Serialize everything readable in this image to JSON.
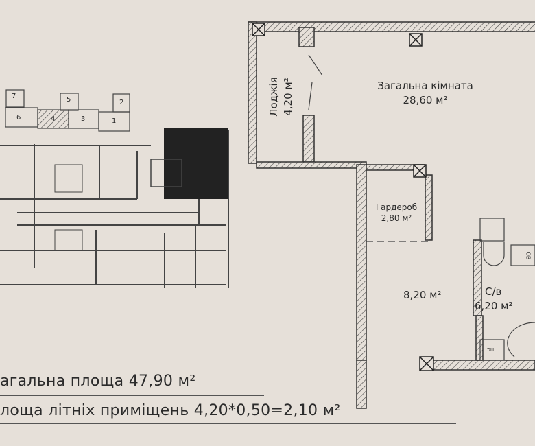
{
  "key_plan": {
    "sections": [
      "7",
      "5",
      "2",
      "6",
      "4",
      "3",
      "1"
    ],
    "highlighted": "4"
  },
  "rooms": {
    "loggia": {
      "name": "Лоджія",
      "area": "4,20 м²"
    },
    "living": {
      "name": "Загальна кімната",
      "area": "28,60 м²"
    },
    "wardrobe": {
      "name": "Гардероб",
      "area": "2,80 м²"
    },
    "hall": {
      "area": "8,20 м²"
    },
    "bathroom": {
      "name": "С/в",
      "area": "6,20 м²"
    }
  },
  "fixtures": {
    "boiler": "ОВ",
    "washer": "ПС"
  },
  "summary": {
    "total_area": "агальна площа 47,90 м²",
    "summer_area": "лоща літніх приміщень 4,20*0,50=2,10 м²"
  },
  "colors": {
    "paper": "#e6e0d9",
    "ink": "#2b2b2b",
    "highlight": "#2a2a2a"
  }
}
